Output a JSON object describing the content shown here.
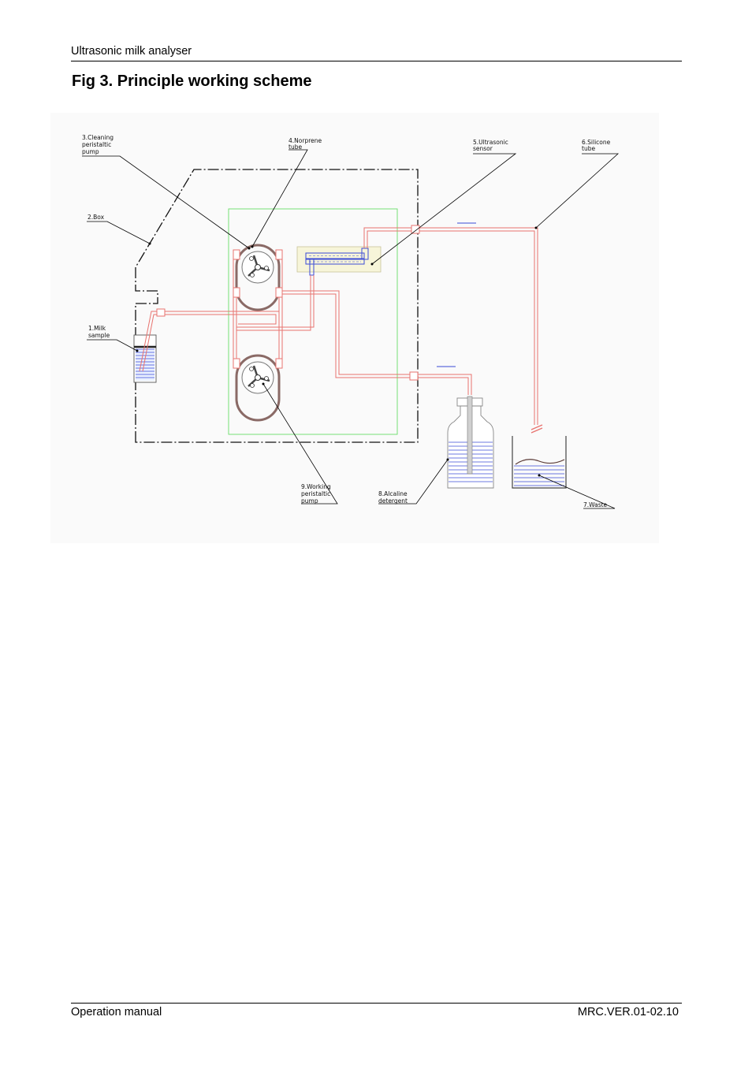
{
  "header": {
    "doc_title": "Ultrasonic milk analyser"
  },
  "figure_title": "Fig 3. Principle working scheme",
  "diagram": {
    "labels": {
      "milk_sample": [
        "1.Milk",
        "sample"
      ],
      "box": [
        "2.Box"
      ],
      "cleaning_pump": [
        "3.Cleaning",
        "peristaltic",
        "pump"
      ],
      "norprene_tube": [
        "4.Norprene",
        "tube"
      ],
      "ultrasonic_sensor": [
        "5.Ultrasonic",
        "sensor"
      ],
      "silicone_tube": [
        "6.Silicone",
        "tube"
      ],
      "waste": [
        "7.Waste"
      ],
      "alcaline_detergent": [
        "8.Alcaline",
        "detergent"
      ],
      "working_pump": [
        "9.Working",
        "peristaltic",
        "pump"
      ]
    },
    "colors": {
      "tube": "#e8736f",
      "tube_fill": "#fbd7d3",
      "pump": "#8a6a66",
      "liquid": "#3b4bd6",
      "pump_frame": "#66dd66",
      "sensor": "#f7f5d9"
    }
  },
  "footer": {
    "left": "Operation manual",
    "right": "MRC.VER.01-02.10"
  }
}
